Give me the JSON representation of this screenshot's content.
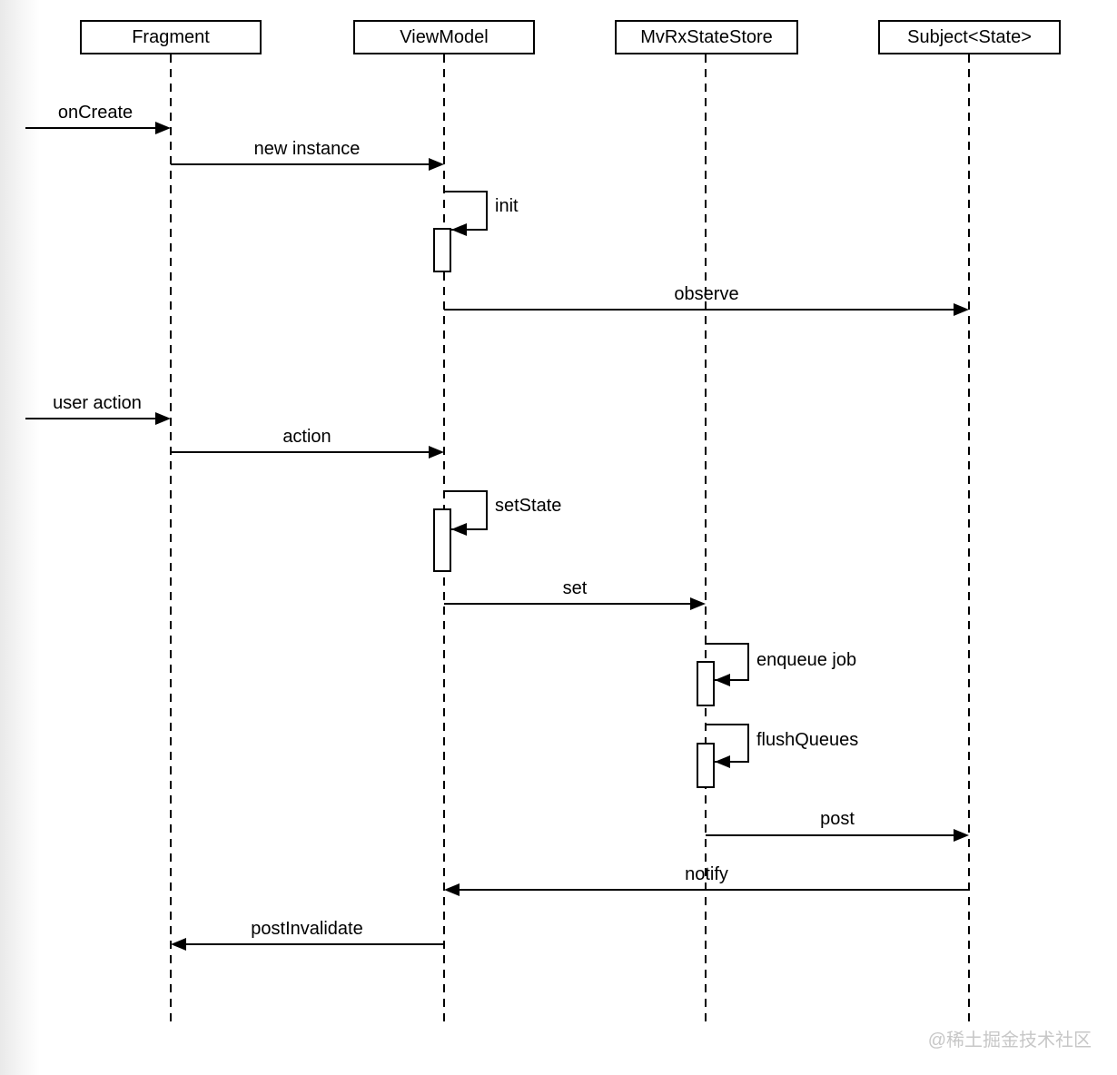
{
  "diagram": {
    "participants": [
      "Fragment",
      "ViewModel",
      "MvRxStateStore",
      "Subject<State>"
    ],
    "messages": {
      "on_create": "onCreate",
      "new_instance": "new instance",
      "init": "init",
      "observe": "observe",
      "user_action": "user action",
      "action": "action",
      "set_state": "setState",
      "set": "set",
      "enqueue_job": "enqueue job",
      "flush_queues": "flushQueues",
      "post": "post",
      "notify": "notify",
      "post_invalidate": "postInvalidate"
    },
    "watermark": "@稀土掘金技术社区",
    "colors": {
      "line": "#000000",
      "background": "#ffffff",
      "watermark_text": "#c7c7c7"
    }
  }
}
